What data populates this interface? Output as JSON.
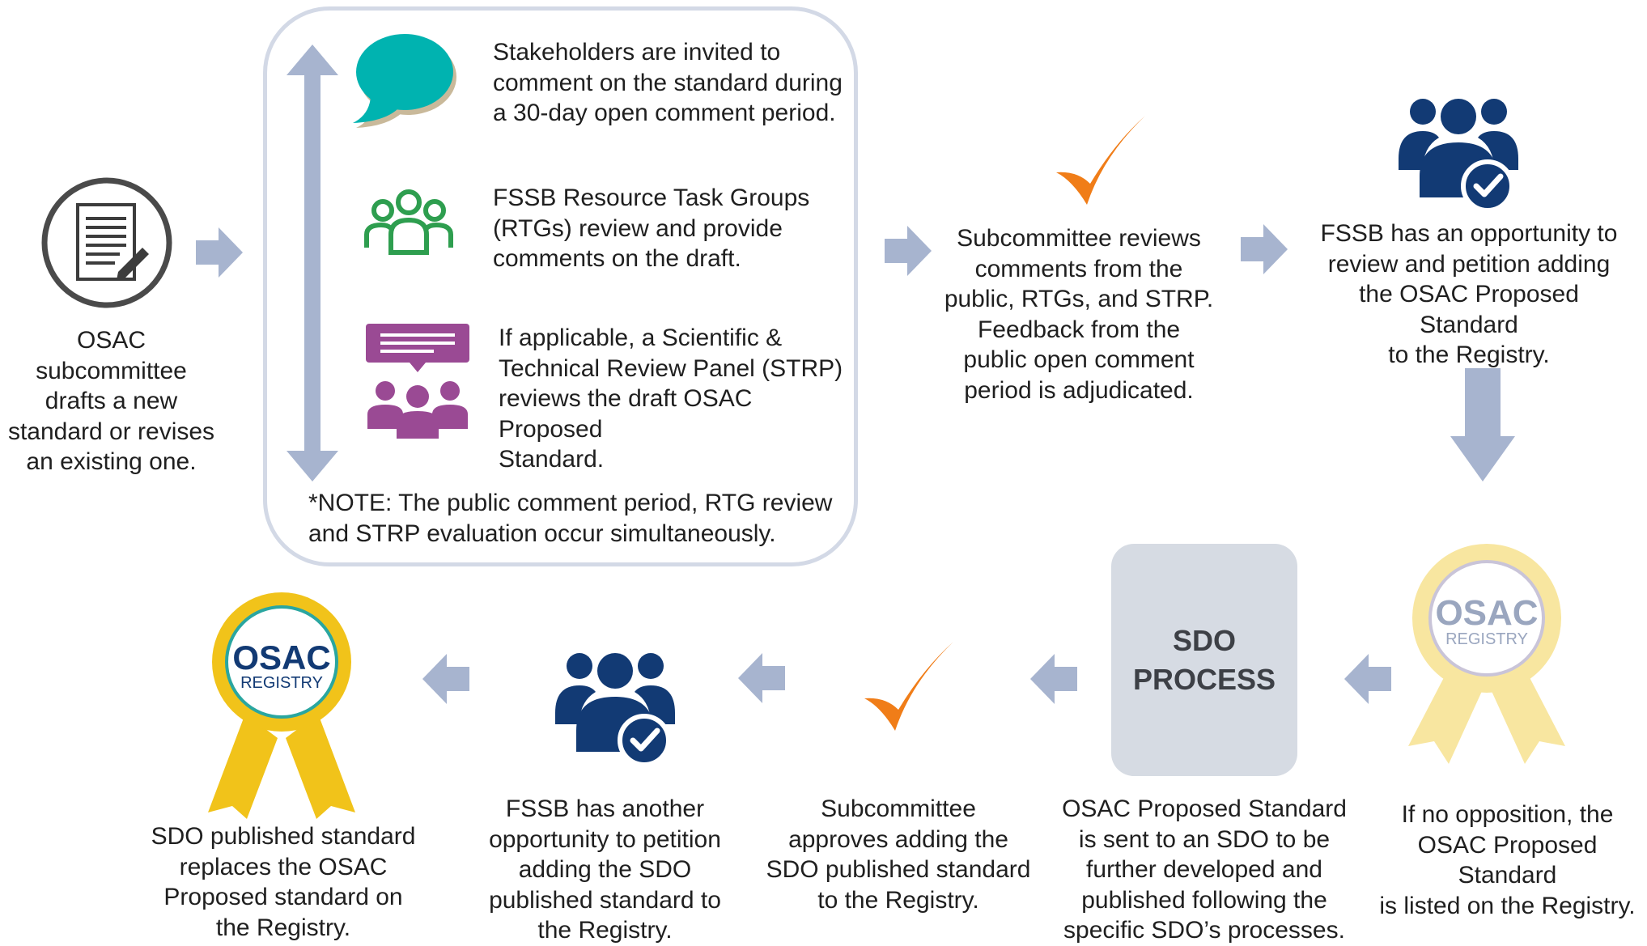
{
  "colors": {
    "arrow": "#a7b4cf",
    "navy": "#123a74",
    "teal": "#00b3b0",
    "green": "#2e9e4f",
    "purple": "#9a4a94",
    "orange": "#f07d18",
    "gold": "#f1c31a",
    "gold_light": "#f8e6a0",
    "sdo_box": "#d6dbe3"
  },
  "icons": {
    "document": "document-edit-icon",
    "comment": "speech-bubble-icon",
    "group": "people-group-icon",
    "panel": "presentation-panel-icon",
    "check": "checkmark-icon",
    "users_check": "users-check-icon",
    "badge": "registry-badge-icon"
  },
  "step1": "OSAC\nsubcommittee\ndrafts a new\nstandard or revises\nan existing one.",
  "panel": {
    "item1": "Stakeholders are invited to\ncomment on the standard during\na 30-day open comment period.",
    "item2": "FSSB Resource Task Groups\n(RTGs) review and provide\ncomments on the draft.",
    "item3": "If applicable, a Scientific &\nTechnical Review Panel (STRP)\nreviews the draft OSAC Proposed\nStandard.",
    "note": "*NOTE: The public comment period, RTG review\nand STRP evaluation occur simultaneously."
  },
  "step3": "Subcommittee reviews\ncomments from the\npublic, RTGs, and STRP.\nFeedback from the\npublic open  comment\nperiod is adjudicated.",
  "step4": "FSSB has an opportunity to\nreview and petition adding\nthe OSAC Proposed Standard\nto the Registry.",
  "step5": "If no opposition, the\nOSAC Proposed Standard\nis listed on the Registry.",
  "step6": {
    "box_label": "SDO\nPROCESS",
    "text": "OSAC Proposed Standard\nis sent to an SDO to be\nfurther developed and\npublished following the\nspecific SDO’s processes."
  },
  "step7": "Subcommittee\napproves adding the\nSDO published standard\nto the Registry.",
  "step8": "FSSB has another\nopportunity to petition\nadding  the SDO\npublished standard to\nthe Registry.",
  "step9": "SDO published standard\nreplaces the OSAC\nProposed standard on\nthe Registry.",
  "badge_light": {
    "line1": "OSAC",
    "line2": "REGISTRY"
  },
  "badge_gold": {
    "line1": "OSAC",
    "line2": "REGISTRY"
  }
}
